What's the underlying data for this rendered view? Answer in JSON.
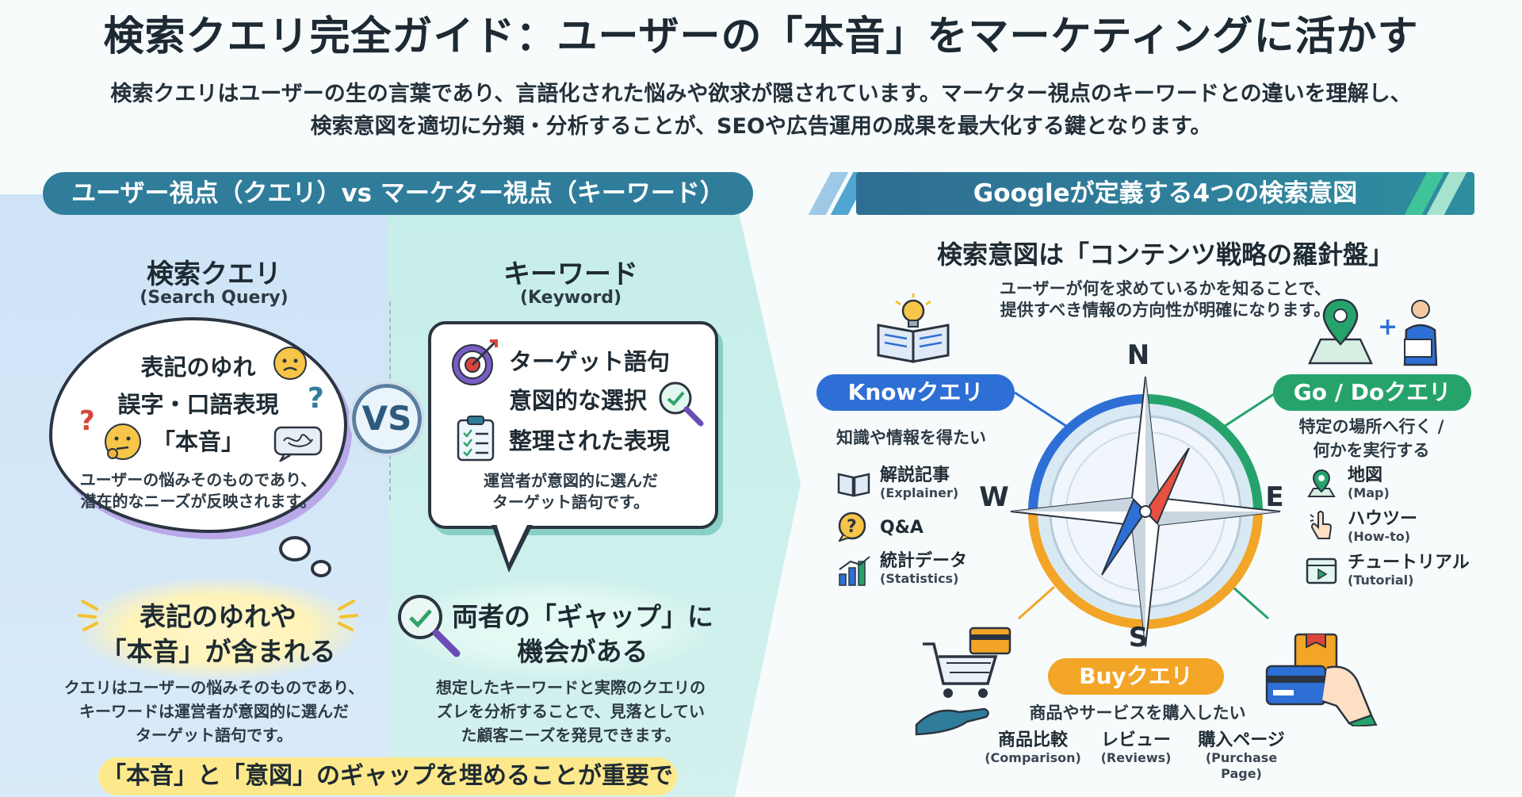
{
  "header": {
    "title": "検索クエリ完全ガイド：ユーザーの「本音」をマーケティングに活かす",
    "intro_line1": "検索クエリはユーザーの生の言葉であり、言語化された悩みや欲求が隠されています。マーケター視点のキーワードとの違いを理解し、",
    "intro_line2": "検索意図を適切に分類・分析することが、SEOや広告運用の成果を最大化する鍵となります。"
  },
  "comparison": {
    "banner": "ユーザー視点（クエリ）vs マーケター視点（キーワード）",
    "query": {
      "heading": "検索クエリ",
      "subheading": "(Search Query)",
      "lines": [
        "表記のゆれ",
        "誤字・口語表現",
        "「本音」"
      ],
      "caption_line1": "ユーザーの悩みそのものであり、",
      "caption_line2": "潜在的なニーズが反映されます。"
    },
    "vs_label": "VS",
    "keyword": {
      "heading": "キーワード",
      "subheading": "(Keyword)",
      "lines": [
        "ターゲット語句",
        "意図的な選択",
        "整理された表現"
      ],
      "caption_line1": "運営者が意図的に選んだ",
      "caption_line2": "ターゲット語句です。"
    },
    "point_left": {
      "line1": "表記のゆれや",
      "line2": "「本音」が含まれる",
      "body": [
        "クエリはユーザーの悩みそのものであり、",
        "キーワードは運営者が意図的に選んだ",
        "ターゲット語句です。"
      ]
    },
    "point_right": {
      "line1": "両者の「ギャップ」に",
      "line2": "機会がある",
      "body": [
        "想定したキーワードと実際のクエリの",
        "ズレを分析することで、見落としてい",
        "た顧客ニーズを発見できます。"
      ]
    },
    "conclusion": "「本音」と「意図」のギャップを埋めることが重要です。"
  },
  "intents": {
    "banner": "Googleが定義する4つの検索意図",
    "heading": "検索意図は「コンテンツ戦略の羅針盤」",
    "lead_line1": "ユーザーが何を求めているかを知ることで、",
    "lead_line2": "提供すべき情報の方向性が明確になります。",
    "compass": {
      "n": "N",
      "s": "S",
      "e": "E",
      "w": "W"
    },
    "know": {
      "label": "Knowクエリ",
      "desc": "知識や情報を得たい",
      "items": [
        {
          "ja": "解説記事",
          "en": "(Explainer)"
        },
        {
          "ja": "Q&A",
          "en": ""
        },
        {
          "ja": "統計データ",
          "en": "(Statistics)"
        }
      ]
    },
    "go": {
      "label": "Go / Doクエリ",
      "desc_line1": "特定の場所へ行く /",
      "desc_line2": "何かを実行する",
      "items": [
        {
          "ja": "地図",
          "en": "(Map)"
        },
        {
          "ja": "ハウツー",
          "en": "(How-to)"
        },
        {
          "ja": "チュートリアル",
          "en": "(Tutorial)"
        }
      ]
    },
    "buy": {
      "label": "Buyクエリ",
      "desc": "商品やサービスを購入したい",
      "items": [
        {
          "ja": "商品比較",
          "en": "(Comparison)"
        },
        {
          "ja": "レビュー",
          "en": "(Reviews)"
        },
        {
          "ja": "購入ページ",
          "en": "(Purchase Page)"
        }
      ]
    }
  },
  "colors": {
    "know": "#2e6fd6",
    "go": "#26a36b",
    "buy": "#f2a526",
    "banner": "#2f7d9b"
  }
}
